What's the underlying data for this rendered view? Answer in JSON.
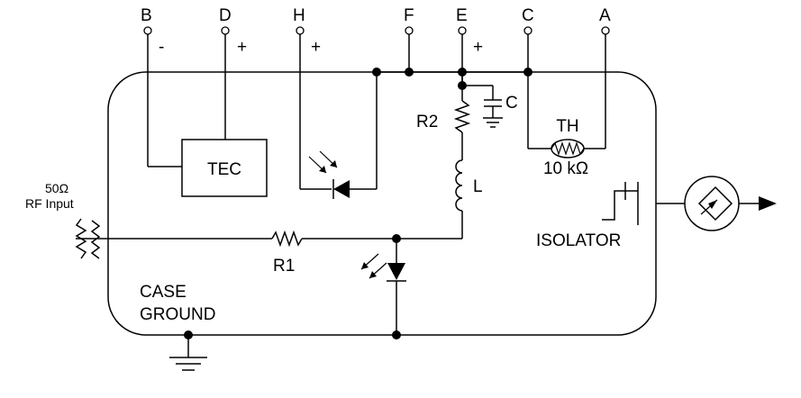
{
  "pins": [
    {
      "id": "B",
      "polarity": "-"
    },
    {
      "id": "D",
      "polarity": "+"
    },
    {
      "id": "H",
      "polarity": "+"
    },
    {
      "id": "F",
      "polarity": ""
    },
    {
      "id": "E",
      "polarity": "+"
    },
    {
      "id": "C",
      "polarity": ""
    },
    {
      "id": "A",
      "polarity": ""
    }
  ],
  "components": {
    "tec": "TEC",
    "r2": "R2",
    "c": "C",
    "th": "TH",
    "th_value": "10 kΩ",
    "l": "L",
    "r1": "R1",
    "isolator": "ISOLATOR"
  },
  "rf_input": {
    "line1": "50Ω",
    "line2": "RF Input"
  },
  "case_ground": {
    "line1": "CASE",
    "line2": "GROUND"
  }
}
